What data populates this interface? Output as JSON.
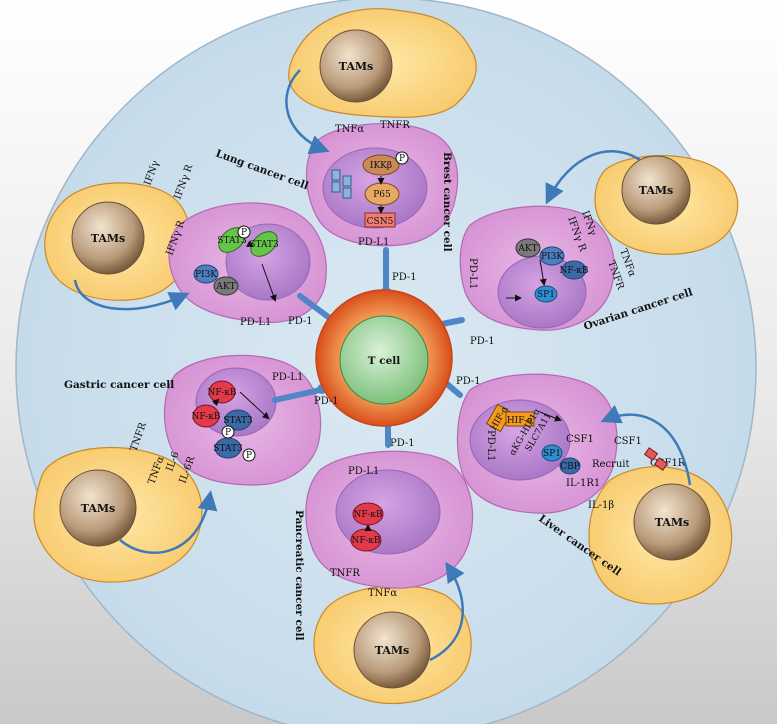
{
  "tcell": {
    "label": "T cell"
  },
  "receptors": {
    "pd1": "PD-1",
    "pdl1": "PD-L1",
    "tnfr": "TNFR",
    "tnfa": "TNFα",
    "ifng": "IFNγ",
    "ifngr": "IFNγ R",
    "il6": "IL-6",
    "il6r": "IL-6R",
    "csf1": "CSF1",
    "csf1r": "CSF1R",
    "il1b": "IL-1β",
    "il1r1": "IL-1R1",
    "recruit": "Recruit"
  },
  "tams": {
    "label": "TAMs"
  },
  "cells": {
    "breast": {
      "name": "Brest cancer cell",
      "m1": "IKKβ",
      "m2": "P65",
      "m3": "CSN5",
      "p": "P"
    },
    "lung": {
      "name": "Lung cancer cell",
      "m1": "STAT3",
      "m2": "STAT3",
      "m3": "PI3K",
      "m4": "AKT",
      "p": "P"
    },
    "ovarian": {
      "name": "Ovarian cancer cell",
      "m1": "AKT",
      "m2": "PI3K",
      "m3": "SP1",
      "m4": "NF-κB"
    },
    "gastric": {
      "name": "Gastric cancer cell",
      "m1": "NF-κB",
      "m2": "NF-κB",
      "m3": "STAT3",
      "m4": "STAT3",
      "p": "P"
    },
    "liver": {
      "name": "Liver cancer cell",
      "m1": "HIF-α",
      "m2": "HIF-α",
      "m3": "αKG-HIF1α",
      "m4": "SLC7A11",
      "m5": "SP1",
      "m6": "CBP"
    },
    "pancreatic": {
      "name": "Pancreatic cancer cell",
      "m1": "NF-κB",
      "m2": "NF-κB"
    }
  }
}
